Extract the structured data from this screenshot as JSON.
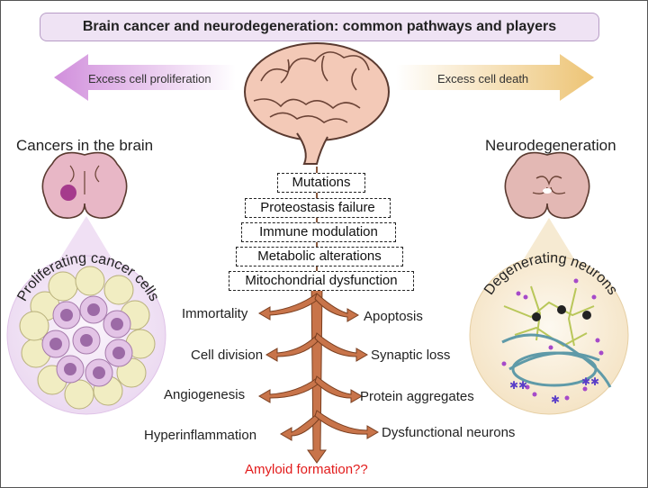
{
  "title": "Brain cancer and neurodegeneration: common pathways and players",
  "arrows": {
    "left": "Excess cell proliferation",
    "right": "Excess cell death"
  },
  "left_panel": {
    "heading": "Cancers in the brain",
    "circle_label": "Proliferating cancer cells"
  },
  "right_panel": {
    "heading": "Neurodegeneration",
    "circle_label": "Degenerating neurons"
  },
  "pathways": [
    "Mutations",
    "Proteostasis failure",
    "Immune modulation",
    "Metabolic alterations",
    "Mitochondrial dysfunction"
  ],
  "outcomes_left": [
    "Immortality",
    "Cell division",
    "Angiogenesis",
    "Hyperinflammation"
  ],
  "outcomes_right": [
    "Apoptosis",
    "Synaptic loss",
    "Protein aggregates",
    "Dysfunctional neurons"
  ],
  "bottom": "Amyloid formation??",
  "colors": {
    "accent_purple": "#d9a7e0",
    "accent_gold": "#f0c779",
    "arrow_brown": "#c8744a",
    "red": "#e21b1b"
  }
}
